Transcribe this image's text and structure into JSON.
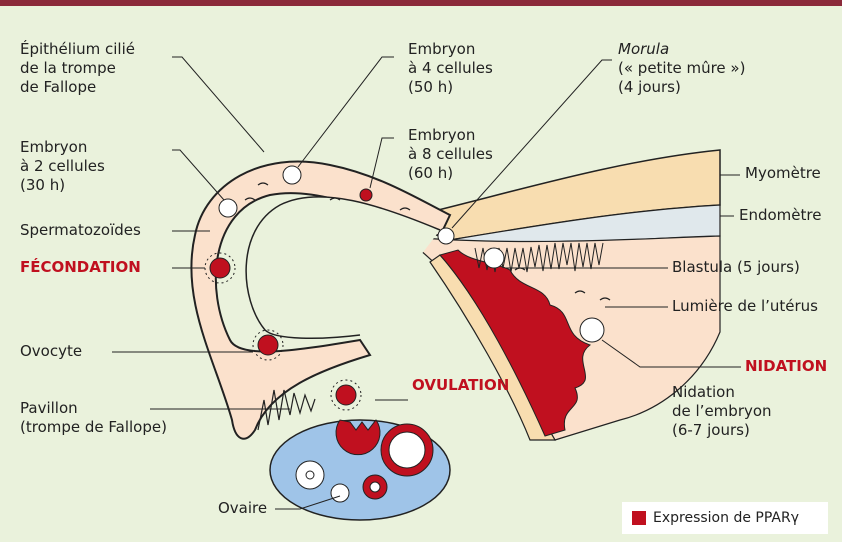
{
  "colors": {
    "background": "#eaf2dc",
    "top_bar": "#8b2a3a",
    "tube_fill": "#fbe1cc",
    "uterus_fill": "#fbe1cc",
    "myometrium": "#f8ddb0",
    "endometrium": "#e0e8ec",
    "ppar_expression": "#c0101f",
    "ovary": "#9fc4e8",
    "highlight_label": "#c0101f",
    "legend_bg": "#ffffff"
  },
  "labels": {
    "epithelium": [
      "Épithélium cilié",
      "de la trompe",
      "de Fallope"
    ],
    "embryo4": [
      "Embryon",
      "à 4 cellules",
      "(50 h)"
    ],
    "morula": [
      "Morula",
      "(« petite mûre »)",
      "(4 jours)"
    ],
    "embryo2": [
      "Embryon",
      "à 2 cellules",
      "(30 h)"
    ],
    "embryo8": [
      "Embryon",
      "à 8 cellules",
      "(60 h)"
    ],
    "myometre": "Myomètre",
    "endometre": "Endomètre",
    "spermatozoides": "Spermatozoïdes",
    "fecondation": "FÉCONDATION",
    "blastula": "Blastula (5 jours)",
    "lumiere": "Lumière de l’utérus",
    "ovocyte": "Ovocyte",
    "nidation": "NIDATION",
    "nidation_embryon": [
      "Nidation",
      "de l’embryon",
      "(6-7 jours)"
    ],
    "pavillon": [
      "Pavillon",
      "(trompe de Fallope)"
    ],
    "ovulation": "OVULATION",
    "ovaire": "Ovaire"
  },
  "legend": {
    "label": "Expression de PPARγ"
  }
}
